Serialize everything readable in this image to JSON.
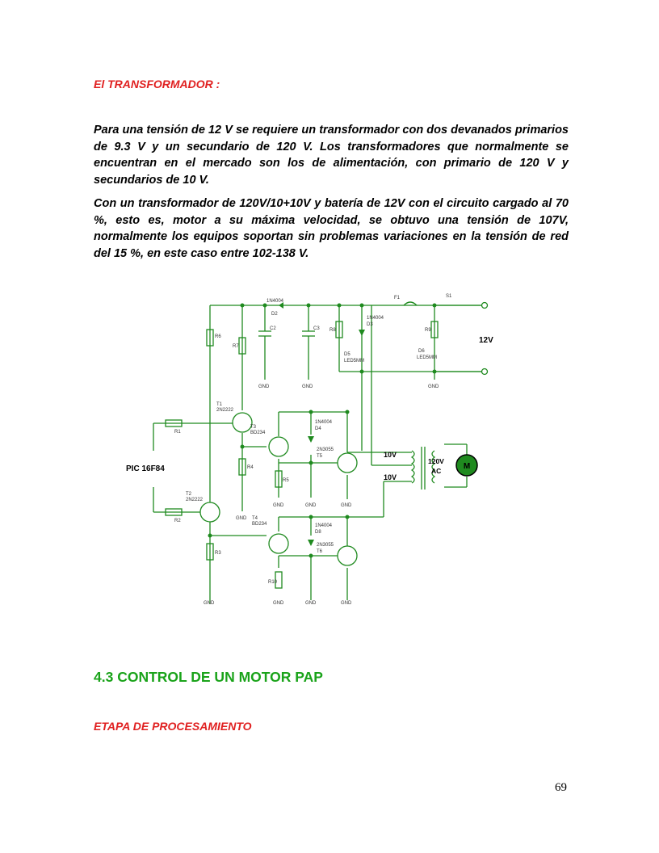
{
  "section_heading": "El TRANSFORMADOR :",
  "paragraphs": [
    "Para una tensión de 12 V se requiere un transformador con dos devanados primarios de 9.3 V y un secundario de 120 V. Los transformadores que normalmente se encuentran en el mercado son los de alimentación, con primario de 120 V y secundarios de 10 V.",
    "Con un transformador de 120V/10+10V y batería de 12V con el circuito cargado al 70 %, esto es, motor a su máxima velocidad, se obtuvo una tensión de 107V, normalmente los equipos soportan sin problemas variaciones en la tensión de red del 15 %, en este caso entre 102-138 V."
  ],
  "schematic": {
    "labels": {
      "pic": "PIC 16F84",
      "v12": "12V",
      "v10a": "10V",
      "v10b": "10V",
      "v120": "120V",
      "ac": "AC",
      "motor": "M",
      "r1": "R1",
      "r2": "R2",
      "r3": "R3",
      "r4": "R4",
      "r5": "R5",
      "r6": "R6",
      "r7": "R7",
      "r8": "R8",
      "r9": "R9",
      "r10": "R10",
      "c2": "C2",
      "c3": "C3",
      "t1": "T1",
      "t1_part": "2N2222",
      "t2": "T2",
      "t2_part": "2N2222",
      "t3": "T3",
      "t3_part": "BD234",
      "t4": "T4",
      "t4_part": "BD234",
      "t5": "T5",
      "t5_part": "2N3055",
      "t6": "T6",
      "t6_part": "2N3055",
      "d2": "D2",
      "d2_part": "1N4004",
      "d3": "D3",
      "d3_part": "1N4004",
      "d4": "D4",
      "d4_part": "1N4004",
      "d5": "D5",
      "d5_part": "LED5MM",
      "d6": "D6",
      "d6_part": "LED5MM",
      "d8": "D8",
      "d8_part": "1N4004",
      "f1": "F1",
      "s1": "S1",
      "gnd": "GND"
    }
  },
  "section_title": "4.3 CONTROL DE UN MOTOR PAP",
  "subsection_heading": "ETAPA DE PROCESAMIENTO",
  "page_number": "69"
}
